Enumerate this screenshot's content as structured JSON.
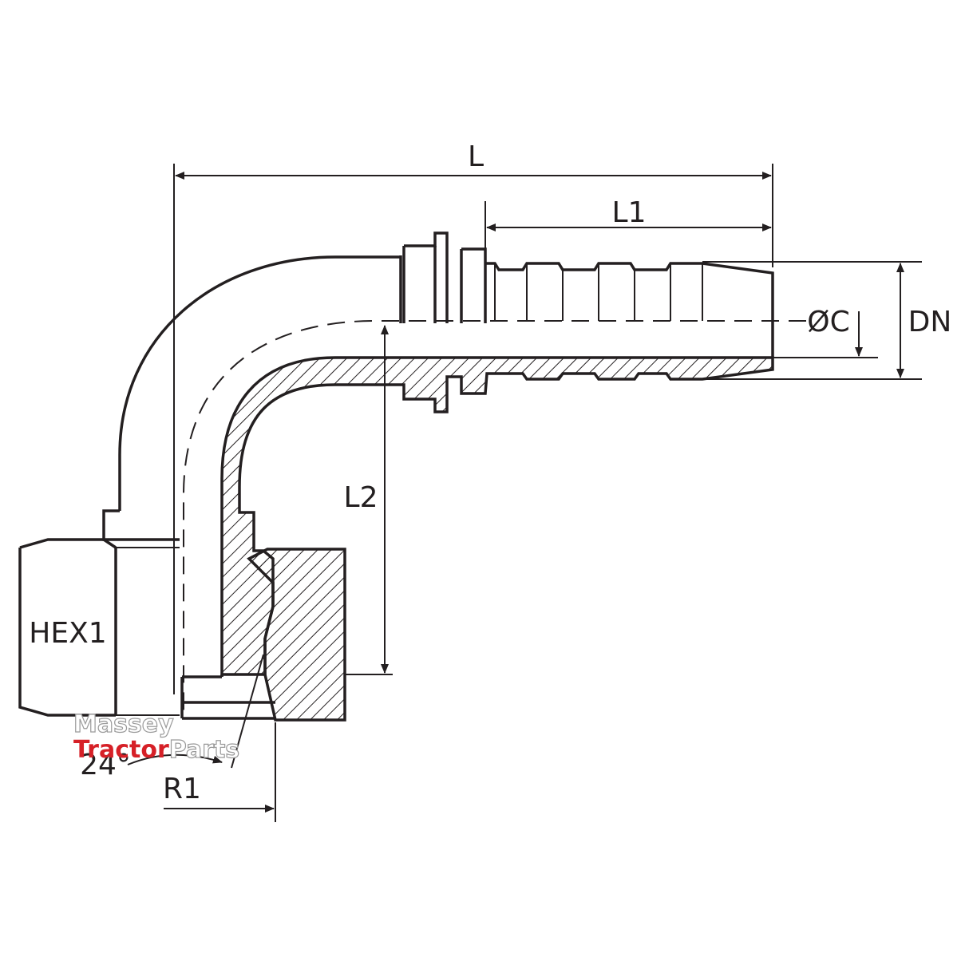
{
  "labels": {
    "length": "L",
    "tail_length": "L1",
    "drop_length": "L2",
    "bore": "ØC",
    "nominal_diameter": "DN",
    "hex": "HEX1",
    "angle": "24°",
    "radius": "R1"
  },
  "watermark": {
    "line1": "Massey",
    "line2_red": "Tractor",
    "line2_rest": "Parts"
  },
  "colors": {
    "ink": "#231f20",
    "watermark_red": "#d62027"
  }
}
